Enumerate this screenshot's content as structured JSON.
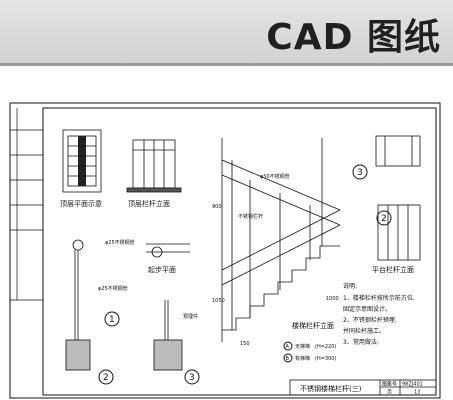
{
  "banner": {
    "title": "CAD 图纸"
  },
  "drawing": {
    "views": {
      "ground_plan": "顶层平面示意",
      "ground_elev": "顶层栏杆立面",
      "start_plan": "起步平面",
      "rail_elev": "楼梯栏杆立面",
      "platform_elev": "平台栏杆立面"
    },
    "callouts": {
      "c1": "1",
      "c2": "2",
      "c3": "3",
      "c2b": "2",
      "c3b": "3"
    },
    "annotations": {
      "pipe_a": "φ25不锈钢管",
      "pipe_b": "φ50不锈钢管",
      "pipe_c": "φ25不锈钢管",
      "weld": "不锈钢栏杆",
      "anchor": "预埋件",
      "dim_1050": "1050",
      "dim_900": "900",
      "dim_150": "150",
      "dim_1000": "1000",
      "tread_a": "无梯梯",
      "tread_b": "有梯梯",
      "h_a": "(H=220)",
      "h_b": "(H=300)",
      "mark_a": "A",
      "mark_b": "B"
    },
    "notes": {
      "heading": "说明:",
      "n1": "1、楼梯栏杆按所示前方位,",
      "n2": "固定示意图设计。",
      "n3": "2、不锈钢栏杆预埋,",
      "n4": "并同栏杆施工。",
      "n5": "3、常用做法:"
    },
    "title_block": {
      "name": "不锈钢楼梯栏杆(三)",
      "atlas_label": "图集号",
      "atlas_no": "98ZJ401",
      "page_label": "页",
      "page_no": "13"
    }
  }
}
